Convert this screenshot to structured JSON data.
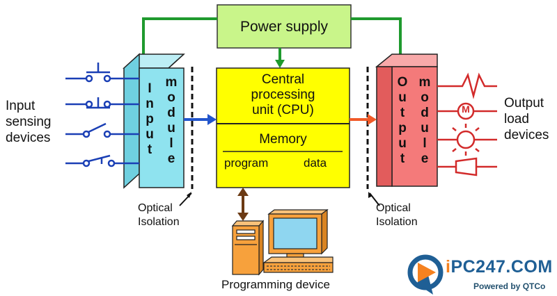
{
  "power_supply": "Power supply",
  "cpu": {
    "line1": "Central",
    "line2": "processing",
    "line3": "unit (CPU)"
  },
  "memory": {
    "title": "Memory",
    "left": "program",
    "right": "data"
  },
  "input_module": {
    "word1": [
      "I",
      "n",
      "p",
      "u",
      "t"
    ],
    "word2": [
      "m",
      "o",
      "d",
      "u",
      "l",
      "e"
    ]
  },
  "output_module": {
    "word1": [
      "O",
      "u",
      "t",
      "p",
      "u",
      "t"
    ],
    "word2": [
      "m",
      "o",
      "d",
      "u",
      "l",
      "e"
    ]
  },
  "input_label": {
    "line1": "Input",
    "line2": "sensing",
    "line3": "devices"
  },
  "output_label": {
    "line1": "Output",
    "line2": "load",
    "line3": "devices"
  },
  "optical_left": {
    "line1": "Optical",
    "line2": "Isolation"
  },
  "optical_right": {
    "line1": "Optical",
    "line2": "Isolation"
  },
  "programming_device": "Programming device",
  "motor_symbol": "M",
  "logo": {
    "prefix": "i",
    "main": "PC247.COM",
    "tagline": "Powered by QTCo"
  },
  "colors": {
    "power_supply_fill": "#c9f58a",
    "cpu_fill": "#ffff00",
    "input_module_front": "#8fe3ef",
    "output_module_front": "#f47a7a",
    "wire_green": "#1f9a2e",
    "arrow_blue": "#2255cc",
    "arrow_orange": "#f05a28",
    "arrow_brown": "#6b3a14",
    "output_device_red": "#d22a2a",
    "computer_orange": "#f7a13c",
    "monitor_screen": "#8fd6f0",
    "logo_blue": "#1f5f95",
    "logo_orange": "#f58220"
  }
}
